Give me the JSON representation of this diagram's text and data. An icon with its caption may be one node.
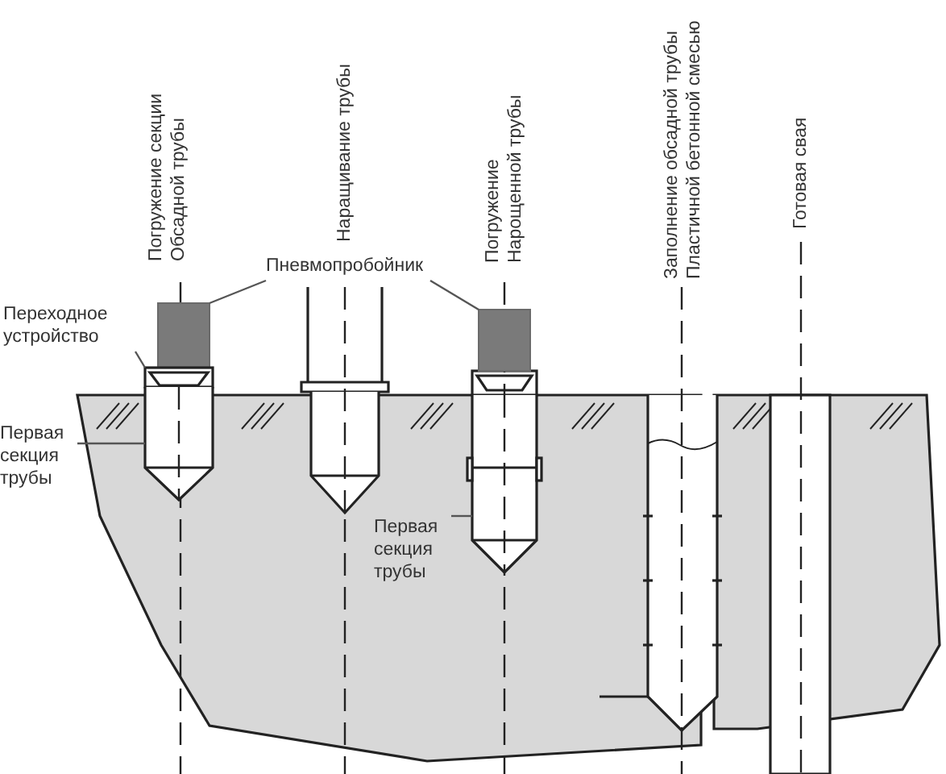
{
  "diagram": {
    "nodes": [
      {
        "text": [
          "Пневмопробойник"
        ]
      },
      {
        "text": [],
        "shape": "box"
      },
      {
        "text": [],
        "shape": "box"
      },
      {
        "text": [
          "Переходное устройство"
        ]
      },
      {
        "text": [],
        "shape": "box"
      },
      {
        "text": [
          "Первая секция трубы"
        ]
      },
      {
        "text": [],
        "shape": "box"
      },
      {
        "text": [
          "Первая секция трубы"
        ]
      },
      {
        "text": [],
        "shape": "box"
      }
    ],
    "edges": [
      {
        "from": 0,
        "to": 1,
        "arrow": "none"
      },
      {
        "from": 0,
        "to": 2,
        "arrow": "none"
      },
      {
        "from": 3,
        "to": 4,
        "arrow": "none"
      },
      {
        "from": 5,
        "to": 6,
        "arrow": "none"
      },
      {
        "from": 7,
        "to": 8,
        "arrow": "none"
      }
    ],
    "labels": [
      "Погружение секции Обсадной трубы",
      "Наращивание трубы",
      "Погружение Нарощенной трубы",
      "Заполнение обсадной трубы Пластичной бетонной смесью",
      "Готовая свая"
    ]
  }
}
